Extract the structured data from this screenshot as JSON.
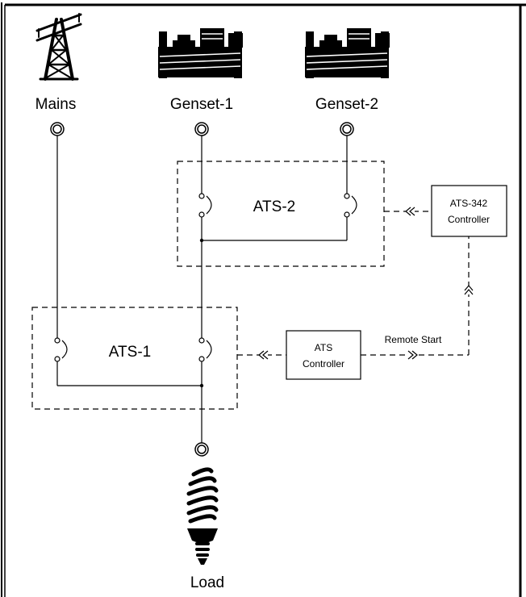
{
  "sources": {
    "mains_label": "Mains",
    "genset1_label": "Genset-1",
    "genset2_label": "Genset-2"
  },
  "switches": {
    "ats1_label": "ATS-1",
    "ats2_label": "ATS-2"
  },
  "controllers": {
    "ats_controller_line1": "ATS",
    "ats_controller_line2": "Controller",
    "ats342_controller_line1": "ATS-342",
    "ats342_controller_line2": "Controller"
  },
  "signals": {
    "remote_start_label": "Remote Start"
  },
  "load": {
    "label": "Load"
  },
  "icons": [
    "transmission-tower-icon",
    "generator-icon",
    "light-bulb-icon"
  ]
}
